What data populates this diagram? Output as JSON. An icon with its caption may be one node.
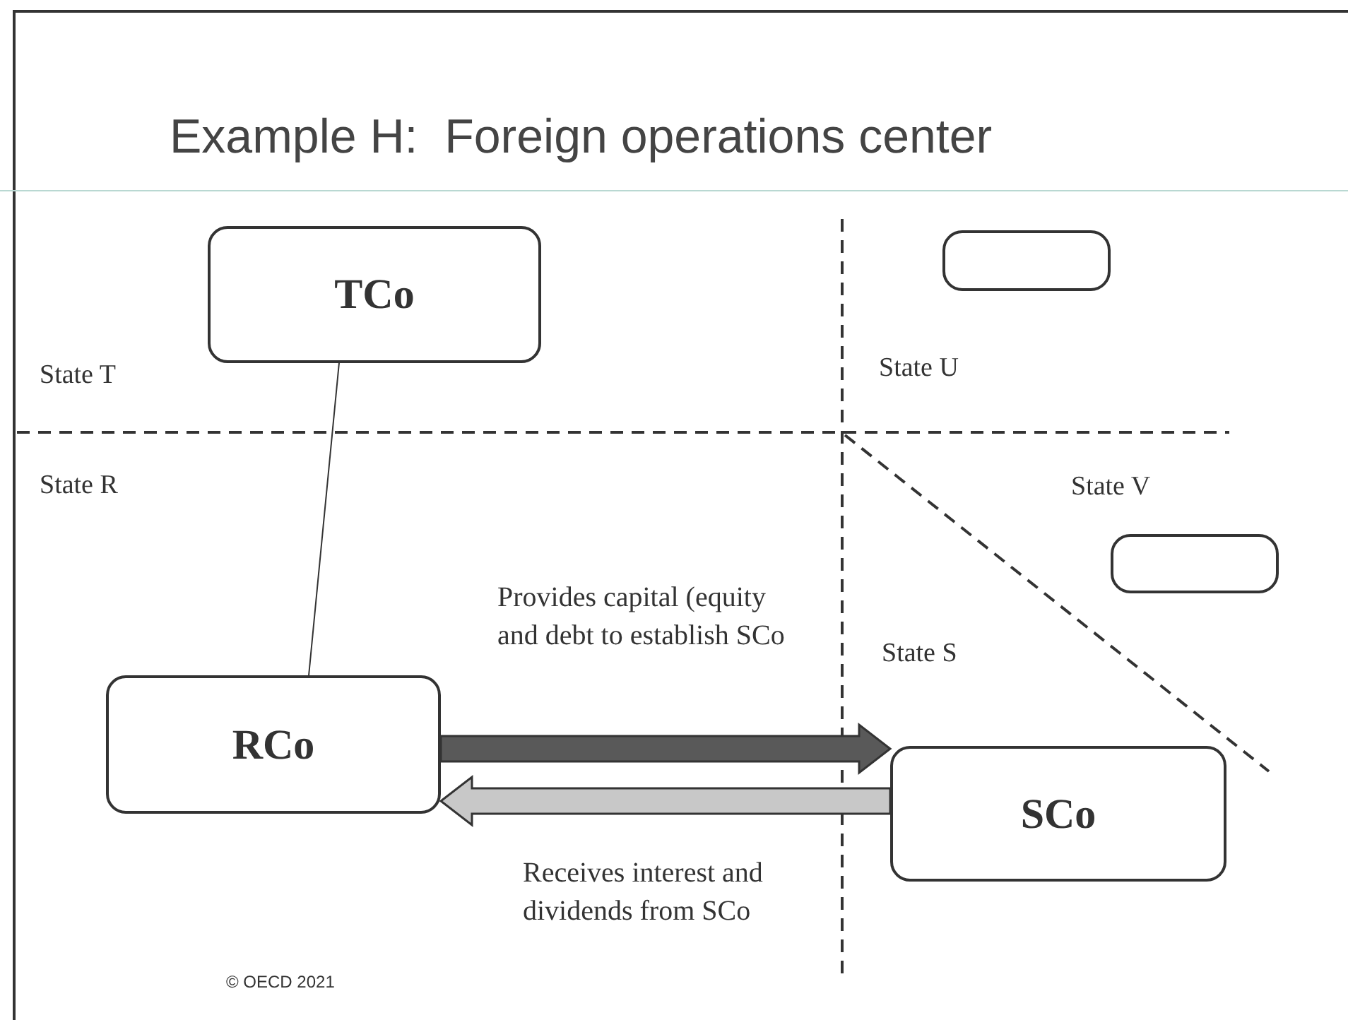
{
  "diagram": {
    "title": "Example H:  Foreign operations center",
    "nodes": [
      {
        "text": [
          "TCo"
        ]
      },
      {
        "text": [],
        "shape": "box"
      },
      {
        "text": [],
        "shape": "box"
      },
      {
        "text": [
          "RCo"
        ]
      },
      {
        "text": [
          "SCo"
        ]
      }
    ],
    "edges": [
      {
        "from": 0,
        "to": 3,
        "arrow": "none"
      },
      {
        "from": 3,
        "to": 4,
        "arrow": "to",
        "style": "thick",
        "label": "Provides capital (equity and debt to establish SCo"
      },
      {
        "from": 4,
        "to": 3,
        "arrow": "to",
        "style": "thick",
        "label": "Receives interest and dividends from SCo"
      }
    ],
    "labels": [
      "State T",
      "State U",
      "State R",
      "State V",
      "State S",
      "© OECD 2021"
    ]
  }
}
